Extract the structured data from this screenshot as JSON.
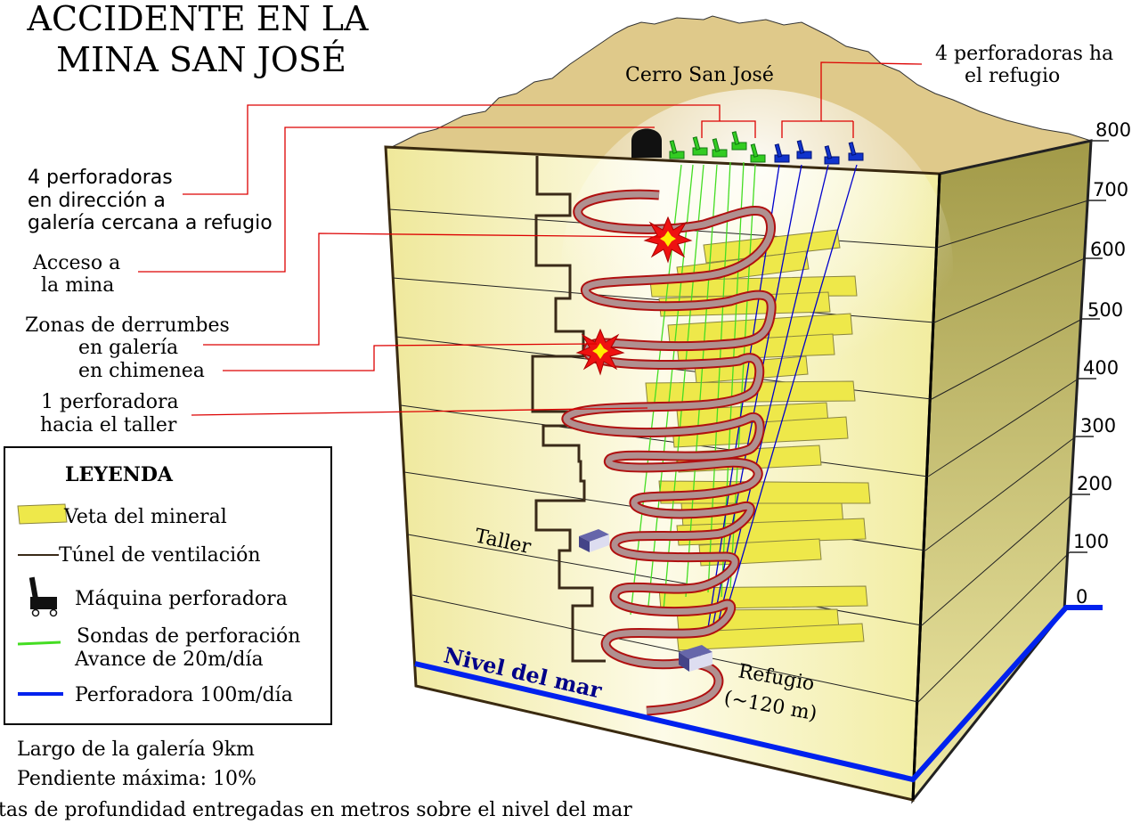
{
  "title": {
    "line1": "ACCIDENTE EN LA",
    "line2": "MINA SAN JOSÉ"
  },
  "labels": {
    "cerro": "Cerro San José",
    "drills_refuge_line1": "4 perforadoras ha",
    "drills_refuge_line2": "el refugio",
    "drills_gallery_line1": "4 perforadoras",
    "drills_gallery_line2": "en dirección a",
    "drills_gallery_line3": "galería cercana a refugio",
    "access_line1": "Acceso a",
    "access_line2": "la mina",
    "collapse_line1": "Zonas de derrumbes",
    "collapse_line2": "en galería",
    "collapse_line3": "en chimenea",
    "workshop_drill_line1": "1 perforadora",
    "workshop_drill_line2": "hacia el taller",
    "taller": "Taller",
    "refugio_line1": "Refugio",
    "refugio_line2": "(~120 m)",
    "nivel_mar": "Nivel del mar"
  },
  "depth_scale": [
    "800",
    "700",
    "600",
    "500",
    "400",
    "300",
    "200",
    "100",
    "0"
  ],
  "legend": {
    "heading": "LEYENDA",
    "items": [
      {
        "key": "vein",
        "label": "Veta del mineral"
      },
      {
        "key": "vent",
        "label": "Túnel de ventilación"
      },
      {
        "key": "drill",
        "label": "Máquina perforadora"
      },
      {
        "key": "probe",
        "label": "Sondas de perforación"
      },
      {
        "key": "probe_speed",
        "label": "Avance de 20m/día"
      },
      {
        "key": "rig",
        "label": "Perforadora 100m/día"
      }
    ]
  },
  "notes": {
    "gallery_length": "Largo de la galería  9km",
    "max_slope": "Pendiente máxima:  10%",
    "depth_note": "tas de profundidad entregadas en metros sobre el nivel del mar"
  },
  "colors": {
    "mountain": "#dfc98a",
    "block_front": "#f5f2a6",
    "block_side": "#b4ad5c",
    "vein": "#eee84a",
    "vent_tunnel": "#3a2a18",
    "probe": "#44dd22",
    "rig_line": "#0000cc",
    "sea_level": "#0022ee",
    "callout": "#dd0000",
    "spiral": "#b09090"
  },
  "icons": {
    "mine_entrance": "tunnel-entrance-icon",
    "drill_machine": "drill-machine-icon",
    "collapse": "explosion-icon",
    "shelter": "shelter-box-icon"
  }
}
